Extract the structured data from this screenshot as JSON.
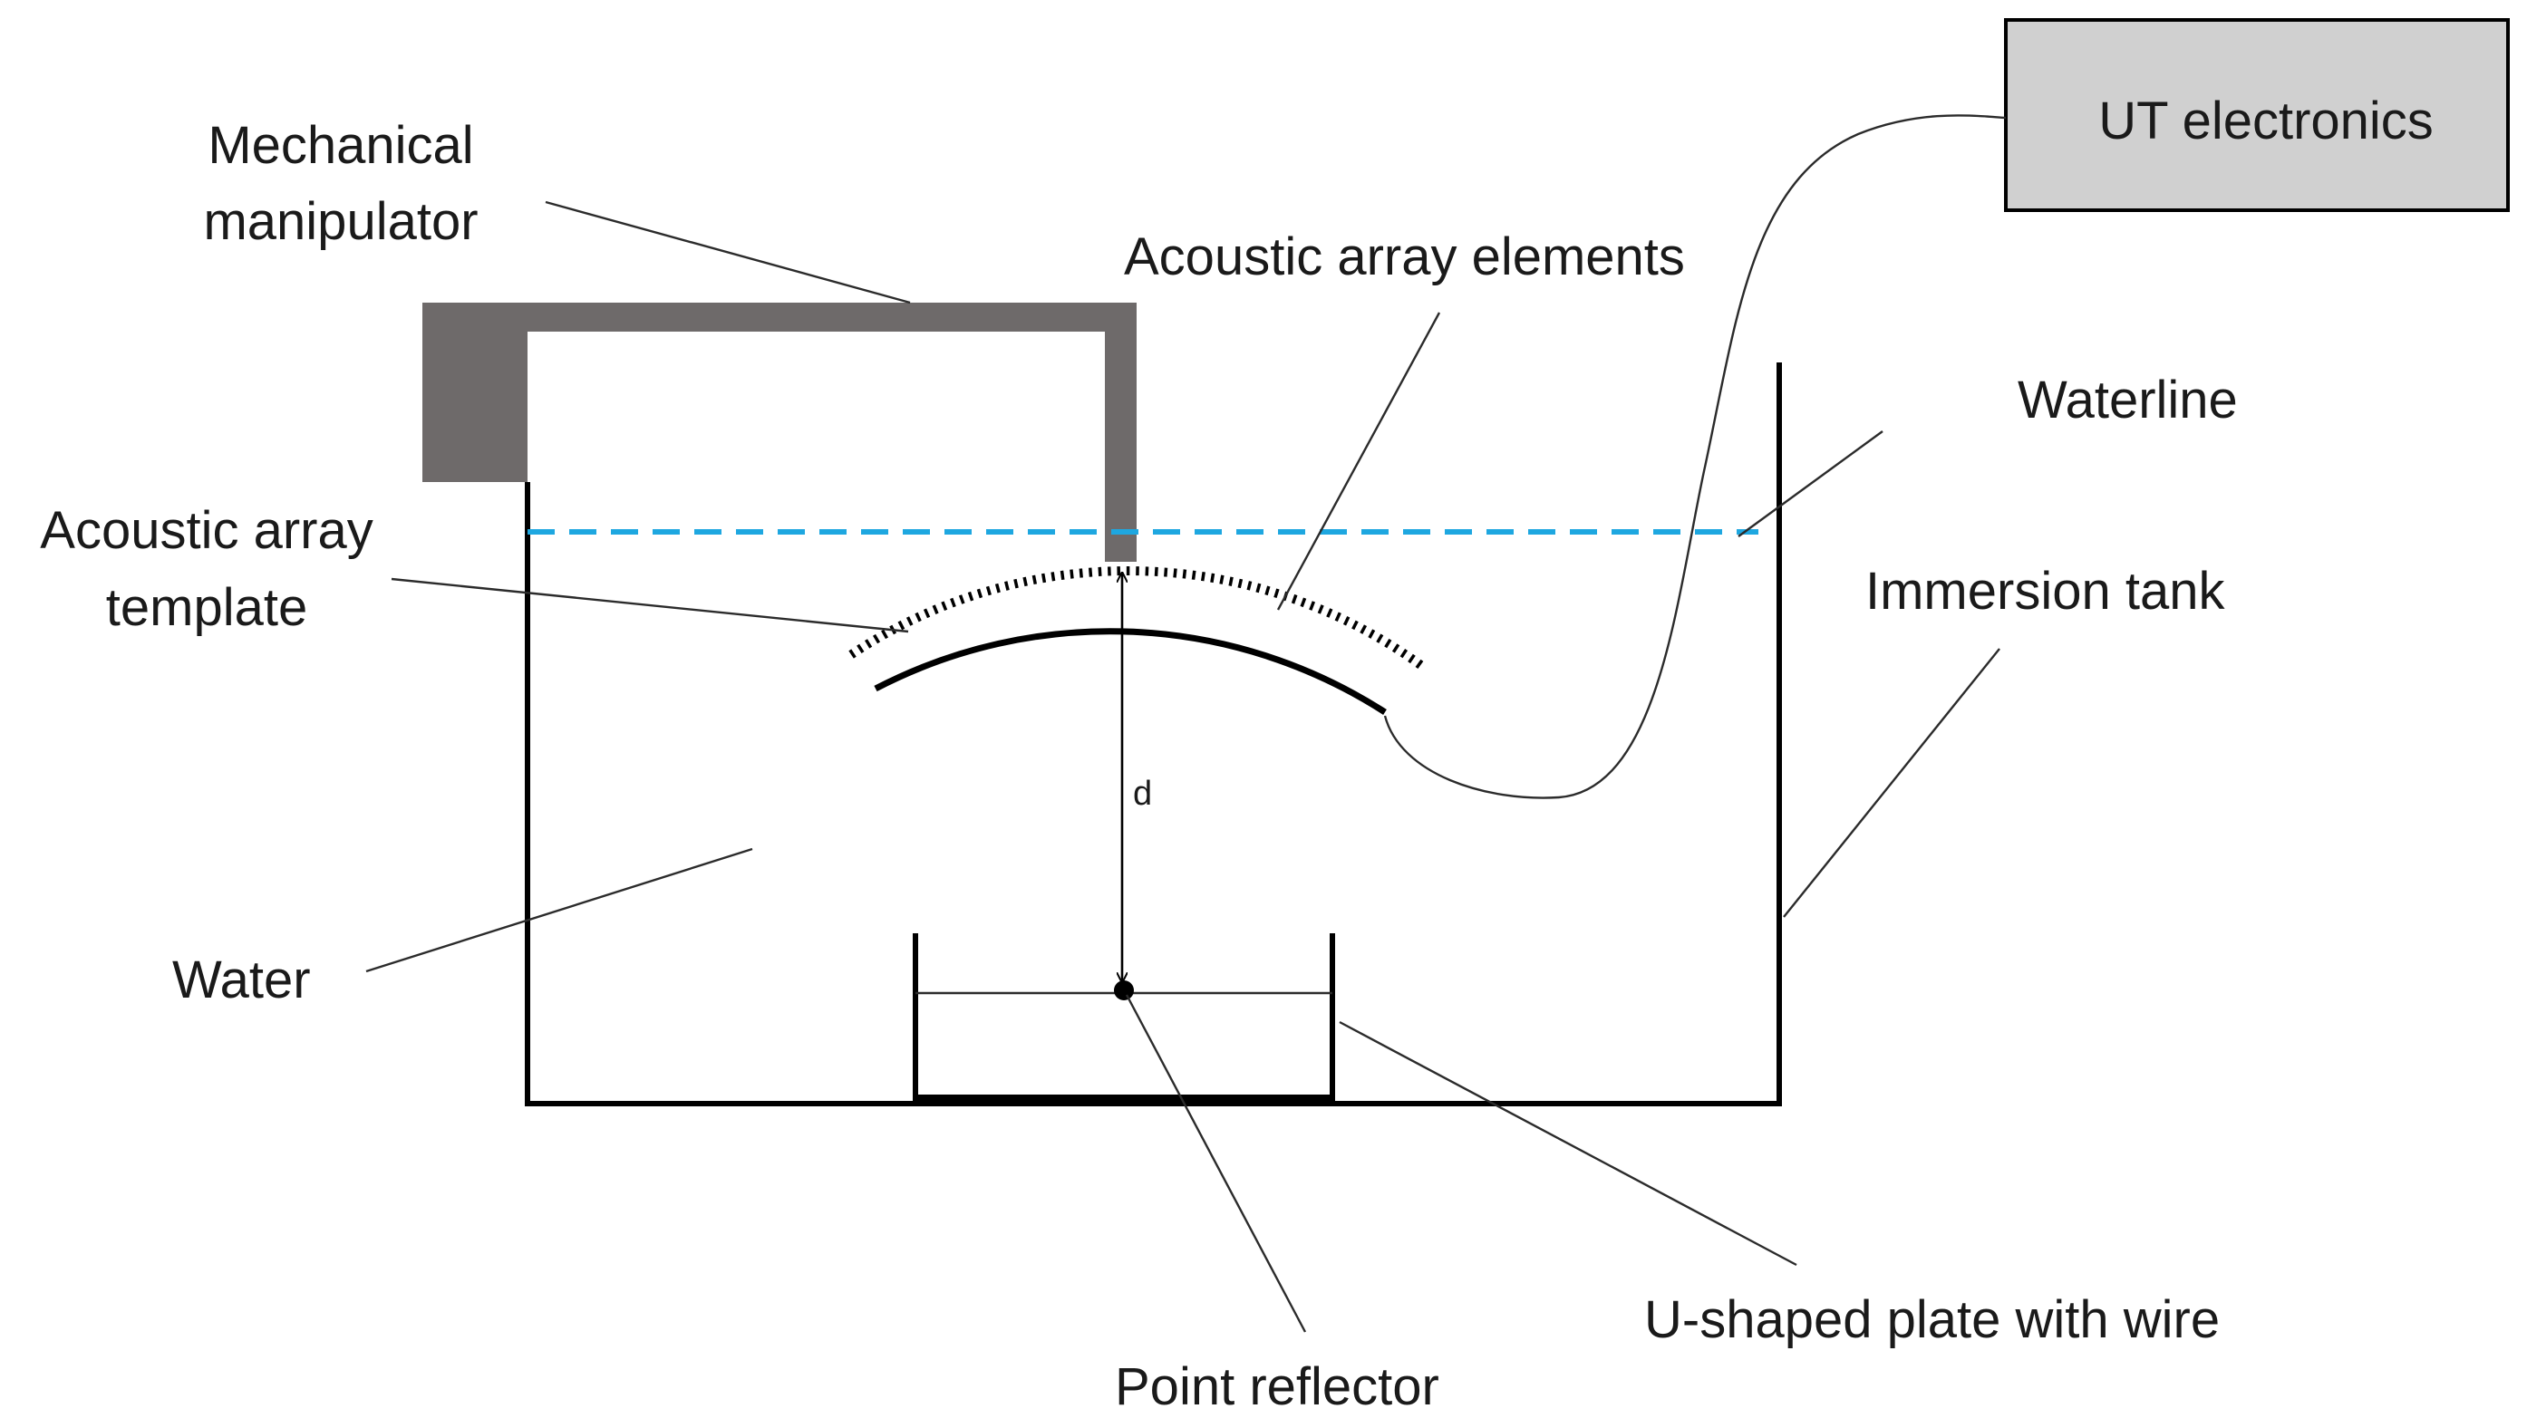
{
  "labels": {
    "ut_electronics": "UT electronics",
    "mechanical_manipulator_line1": "Mechanical",
    "mechanical_manipulator_line2": "manipulator",
    "acoustic_array_elements": "Acoustic array elements",
    "waterline": "Waterline",
    "acoustic_array_template_line1": "Acoustic array",
    "acoustic_array_template_line2": "template",
    "immersion_tank": "Immersion tank",
    "distance": "d",
    "water": "Water",
    "u_shaped_plate": "U-shaped plate with wire",
    "point_reflector": "Point reflector"
  },
  "colors": {
    "manipulator": "#6e6a6a",
    "ut_box_fill": "#d0d0d0",
    "waterline": "#1ea7e0",
    "line": "#000000"
  }
}
